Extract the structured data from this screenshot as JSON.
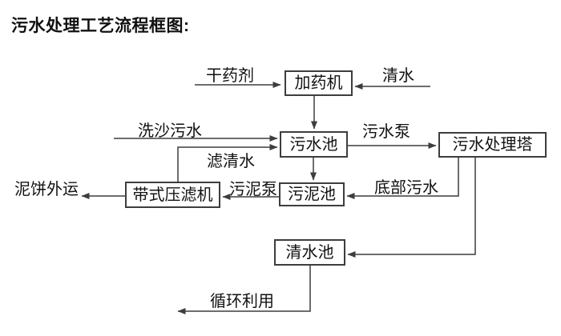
{
  "title": "污水处理工艺流程框图:",
  "colors": {
    "line": "#3d3d3d",
    "text": "#111111",
    "background": "#ffffff",
    "node_fill": "#ffffff"
  },
  "nodes": {
    "dosing_machine": {
      "label": "加药机"
    },
    "sewage_pool": {
      "label": "污水池"
    },
    "treatment_tower": {
      "label": "污水处理塔"
    },
    "belt_filter_press": {
      "label": "带式压滤机"
    },
    "sludge_pool": {
      "label": "污泥池"
    },
    "clean_water_pool": {
      "label": "清水池"
    }
  },
  "edge_labels": {
    "dry_agent": "干药剂",
    "clean_water": "清水",
    "sand_washing_sewage": "洗沙污水",
    "sewage_pump": "污水泵",
    "filtered_water": "滤清水",
    "sludge_pump": "污泥泵",
    "bottom_sewage": "底部污水",
    "mud_cake_outbound": "泥饼外运",
    "recycling": "循环利用"
  }
}
